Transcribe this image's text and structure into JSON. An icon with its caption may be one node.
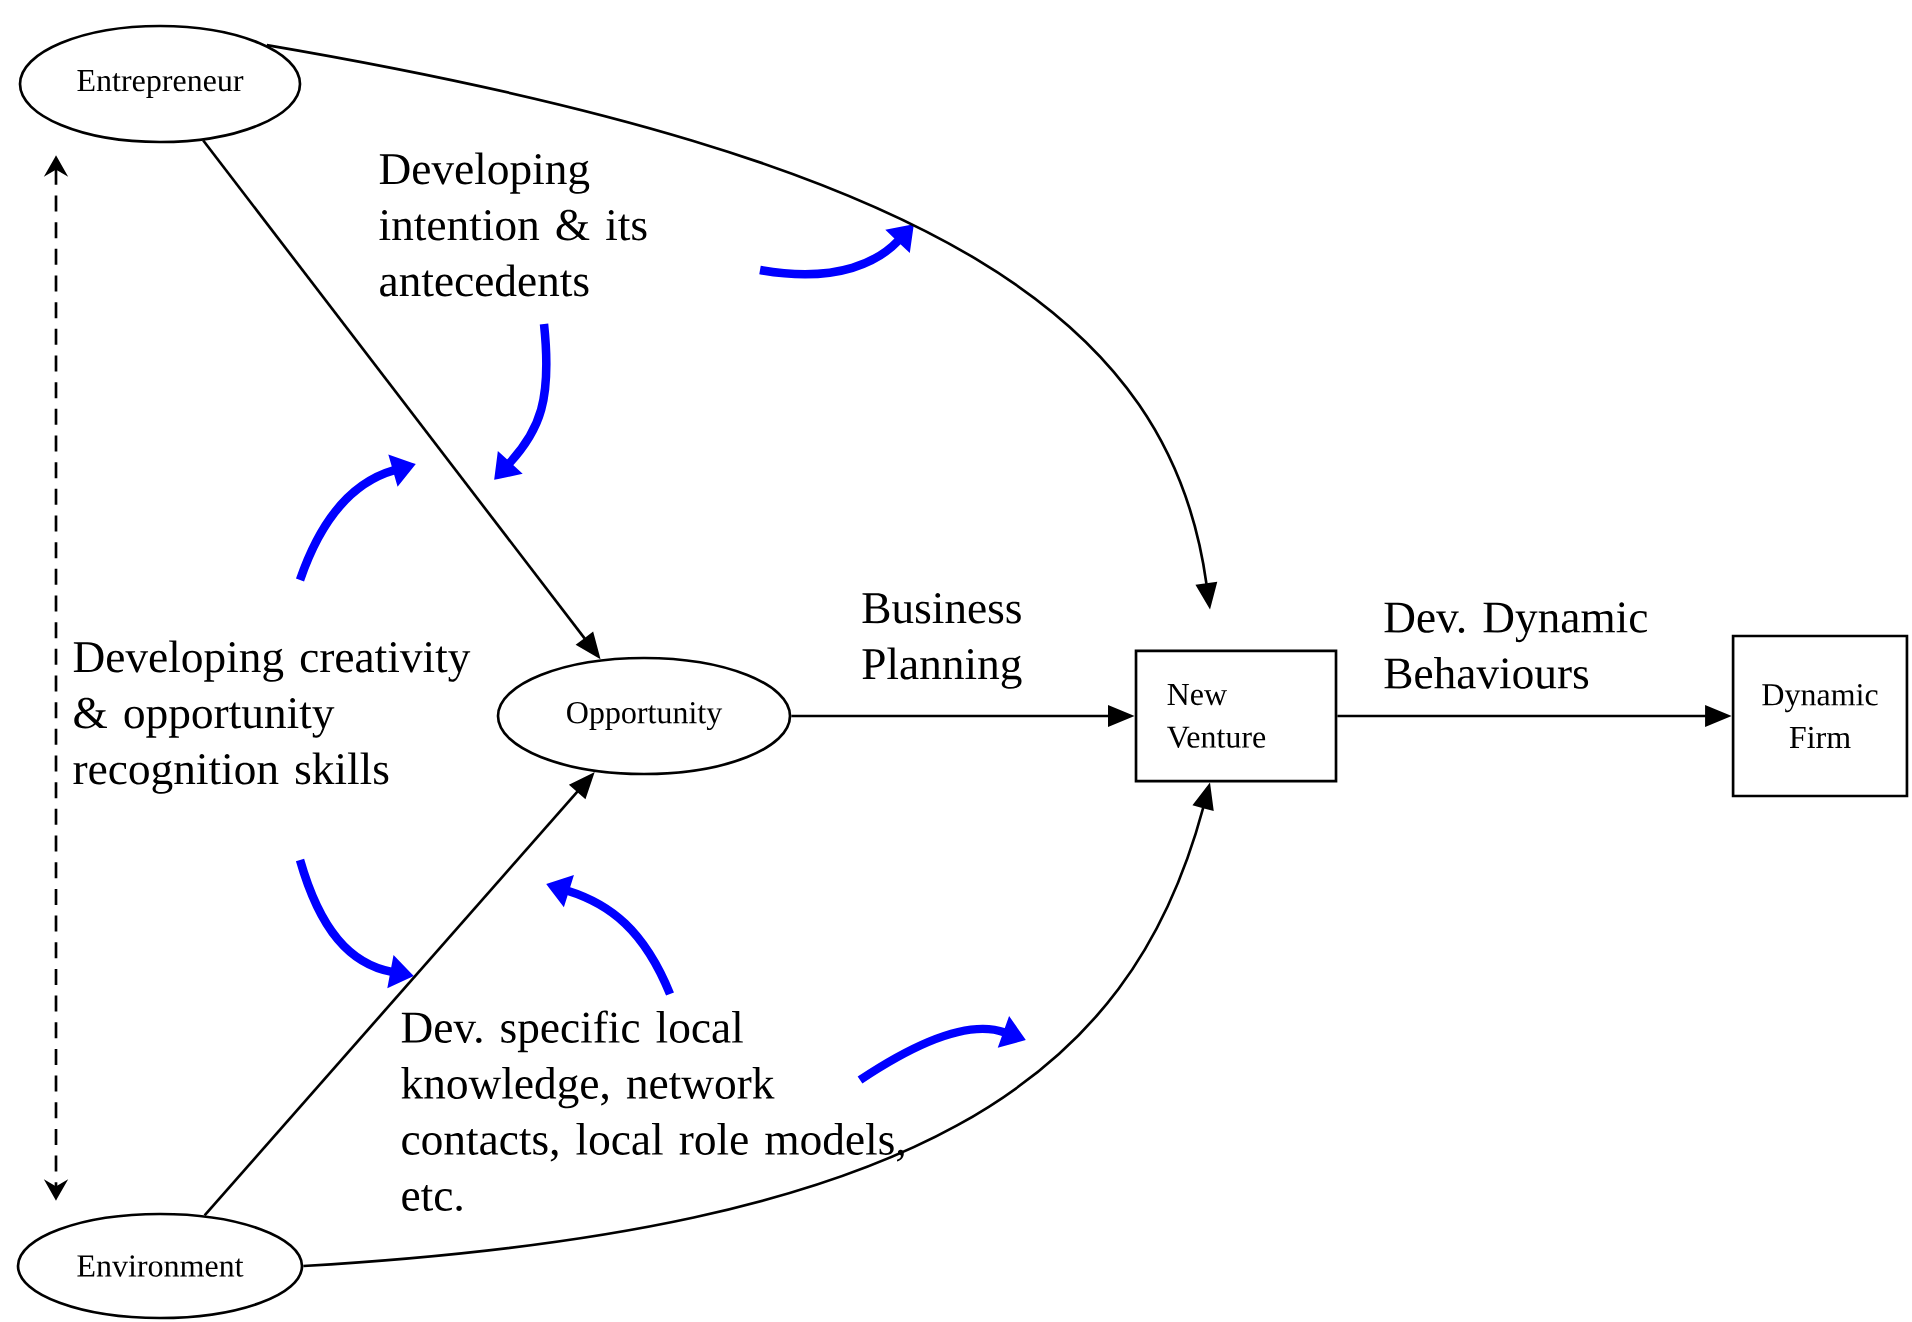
{
  "diagram": {
    "nodes": [
      {
        "text": [
          "Entrepreneur"
        ]
      },
      {
        "text": [
          "Opportunity"
        ]
      },
      {
        "text": [
          "New Venture"
        ]
      },
      {
        "text": [
          "Dynamic Firm"
        ]
      },
      {
        "text": [
          "Environment"
        ]
      }
    ],
    "edges": [
      {
        "from": 0,
        "to": 1,
        "arrow": "to"
      },
      {
        "from": 0,
        "to": 2,
        "arrow": "to"
      },
      {
        "from": 4,
        "to": 1,
        "arrow": "to"
      },
      {
        "from": 4,
        "to": 2,
        "arrow": "to"
      },
      {
        "from": 1,
        "to": 2,
        "arrow": "to",
        "label": "Business Planning"
      },
      {
        "from": 2,
        "to": 3,
        "arrow": "to",
        "label": "Dev. Dynamic Behaviours"
      },
      {
        "from": 0,
        "to": 4,
        "arrow": "both",
        "style": "dashed"
      }
    ],
    "labels": [
      "Developing intention & its antecedents",
      "Developing creativity & opportunity recognition skills",
      "Dev. specific local knowledge, network contacts, local role models, etc."
    ]
  }
}
